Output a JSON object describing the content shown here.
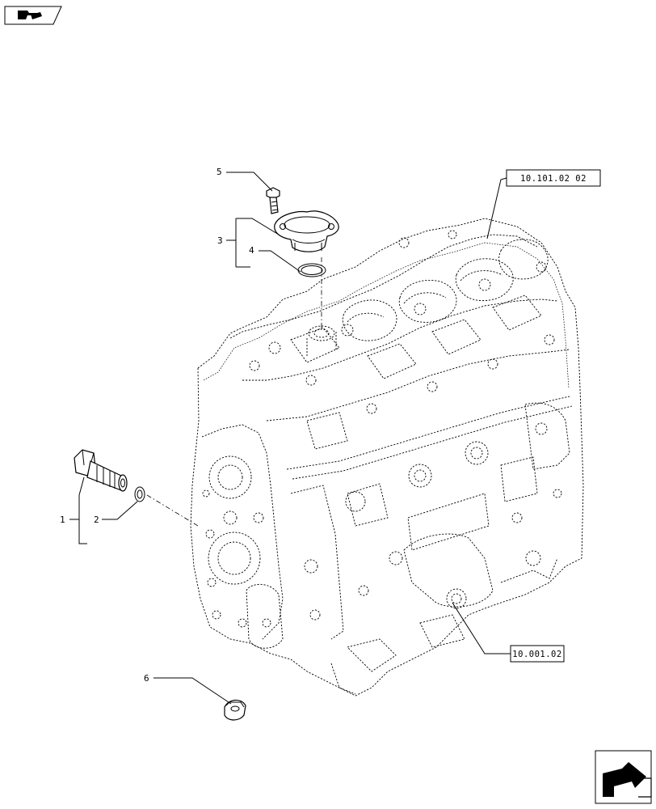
{
  "callouts": [
    "1",
    "2",
    "3",
    "4",
    "5",
    "6"
  ],
  "references": [
    "10.101.02 02",
    "10.001.02"
  ],
  "icons": {
    "top_left": "book-pencil-icon",
    "bottom_right": "next-page-arrow-icon"
  }
}
